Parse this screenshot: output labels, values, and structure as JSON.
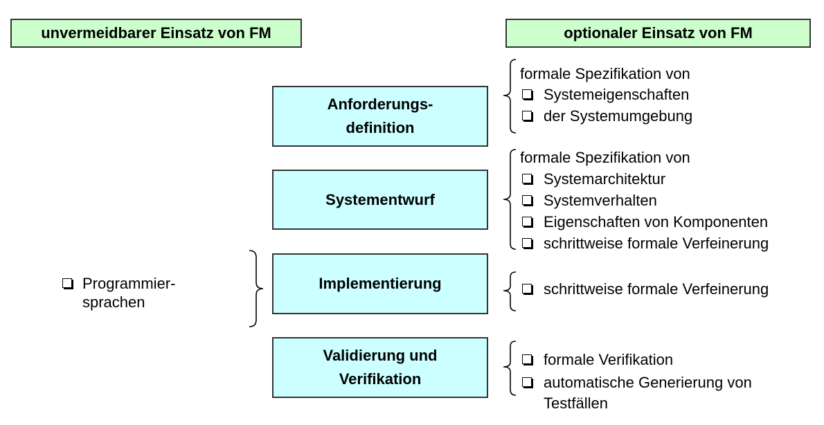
{
  "headers": {
    "left": "unvermeidbarer Einsatz von FM",
    "right": "optionaler Einsatz von FM"
  },
  "phases": [
    {
      "line1": "Anforderungs-",
      "line2": "definition"
    },
    {
      "line1": "Systementwurf",
      "line2": ""
    },
    {
      "line1": "Implementierung",
      "line2": ""
    },
    {
      "line1": "Validierung und",
      "line2": "Verifikation"
    }
  ],
  "left_item": {
    "line1": "Programmier-",
    "line2": "sprachen"
  },
  "right_groups": [
    {
      "intro": "formale Spezifikation von",
      "items": [
        "Systemeigenschaften",
        "der Systemumgebung"
      ]
    },
    {
      "intro": "formale Spezifikation von",
      "items": [
        "Systemarchitektur",
        "Systemverhalten",
        "Eigenschaften von Komponenten",
        "schrittweise formale Verfeinerung"
      ]
    },
    {
      "intro": "",
      "items": [
        "schrittweise formale Verfeinerung"
      ]
    },
    {
      "intro": "",
      "items": [
        "formale Verifikation",
        "automatische Generierung von",
        "Testfällen"
      ]
    }
  ],
  "icons": {
    "checkbox": "checkbox-icon",
    "brace": "curly-brace"
  },
  "colors": {
    "header_fill": "#ccffcc",
    "phase_fill": "#ccffff",
    "border": "#333333"
  }
}
